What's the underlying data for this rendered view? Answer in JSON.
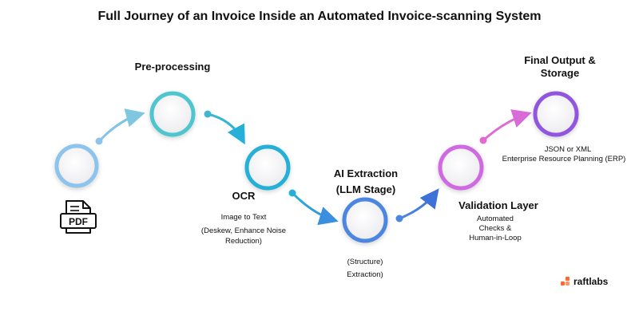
{
  "title": "Full Journey of an Invoice Inside an Automated Invoice-scanning System",
  "stages": [
    {
      "label": "",
      "color": "#8ec3ec"
    },
    {
      "label": "Pre-processing",
      "color": "#4fc6cf"
    },
    {
      "label": "OCR",
      "color": "#26b0d8",
      "desc": [
        "Image to Text",
        "(Deskew, Enhance Noise",
        "Reduction)"
      ]
    },
    {
      "label": "AI Extraction",
      "label2": "(LLM Stage)",
      "color": "#4d86e0",
      "desc": [
        "(Structure)",
        "Extraction)"
      ]
    },
    {
      "label": "Validation Layer",
      "color": "#d06ae3",
      "desc": [
        "Automated",
        "Checks &",
        "Human-in-Loop"
      ]
    },
    {
      "label": "Final Output &",
      "label2": "Storage",
      "color": "#9254e0",
      "desc": [
        "JSON or XML",
        "Enterprise Resource Planning (ERP)"
      ]
    }
  ],
  "pdf_icon": {
    "label": "PDF"
  },
  "brand": {
    "name": "raftlabs",
    "color": "#ff6a2b"
  }
}
